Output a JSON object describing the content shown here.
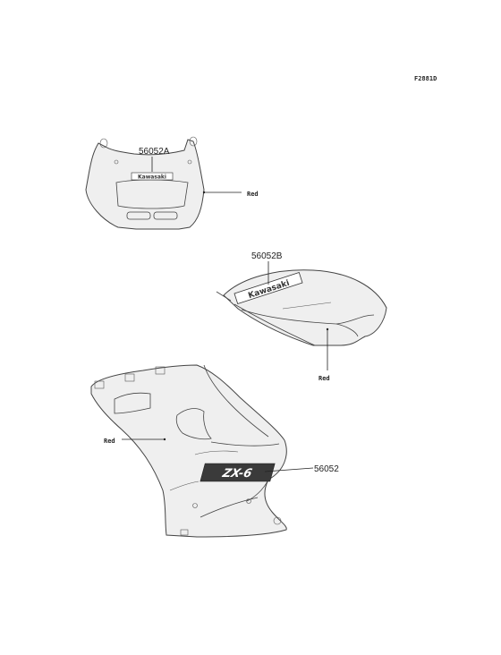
{
  "figure_code": "F2881D",
  "parts": {
    "upper_cowl_decal": "56052A",
    "tank_cover_decal": "56052B",
    "side_cowl_decal": "56052"
  },
  "color_labels": {
    "upper_cowl": "Red",
    "tank_cover": "Red",
    "side_cowl": "Red"
  },
  "decal_text": {
    "upper_cowl_logo": "Kawasaki",
    "tank_logo": "Kawasaki",
    "side_logo": "ZX-6"
  }
}
